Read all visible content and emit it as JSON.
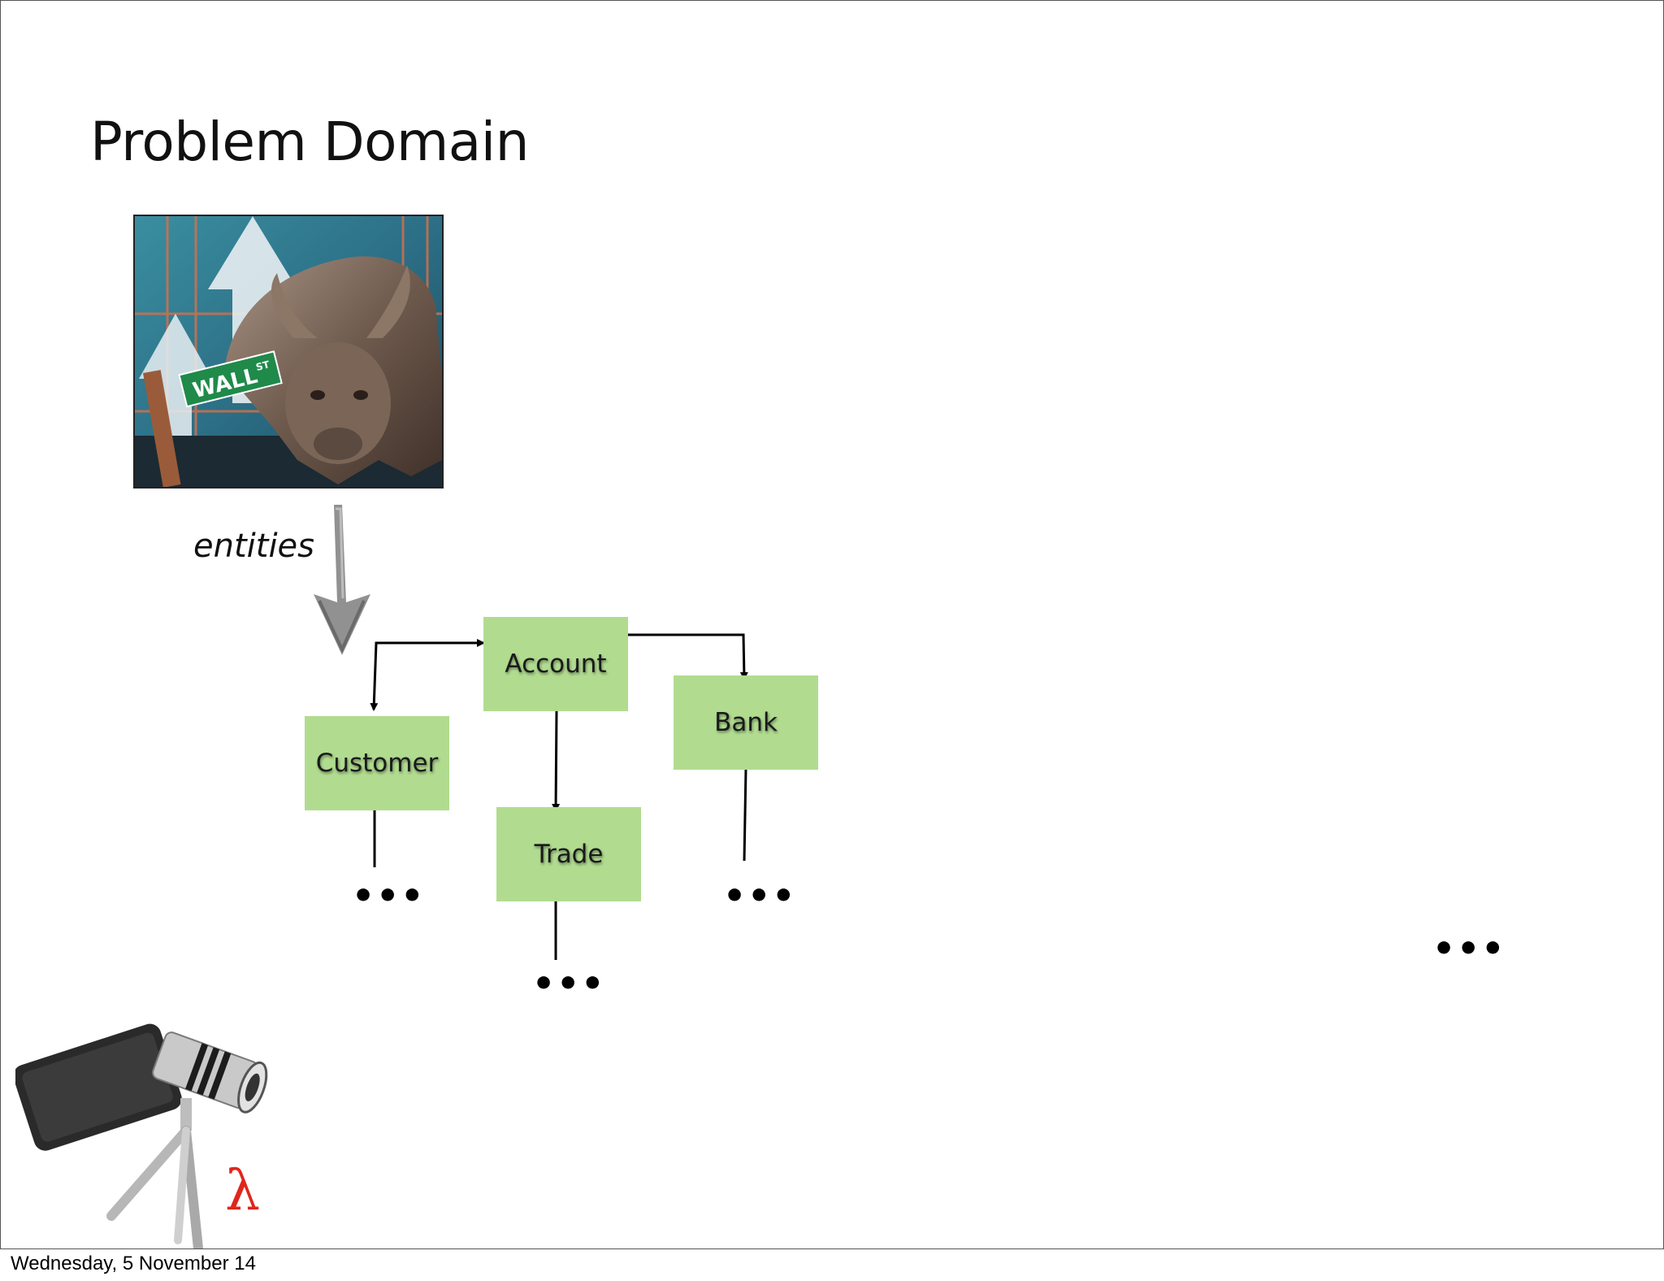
{
  "slide": {
    "title": "Problem Domain",
    "arrow_label": "entities",
    "footer_date": "Wednesday, 5 November 14"
  },
  "photos": {
    "bull_sign_text": "WALL",
    "bull_sign_sup": "ST",
    "lambda_symbol": "λ"
  },
  "entities": [
    {
      "id": "account",
      "label": "Account"
    },
    {
      "id": "customer",
      "label": "Customer"
    },
    {
      "id": "bank",
      "label": "Bank"
    },
    {
      "id": "trade",
      "label": "Trade"
    }
  ],
  "relations": [
    {
      "from": "account",
      "to": "customer"
    },
    {
      "from": "account",
      "to": "bank"
    },
    {
      "from": "account",
      "to": "trade"
    }
  ],
  "continuation": {
    "customer": "•••",
    "trade": "•••",
    "bank": "•••",
    "more": "•••"
  },
  "colors": {
    "entity_fill": "#b1dc90",
    "arrow": "#000000"
  }
}
